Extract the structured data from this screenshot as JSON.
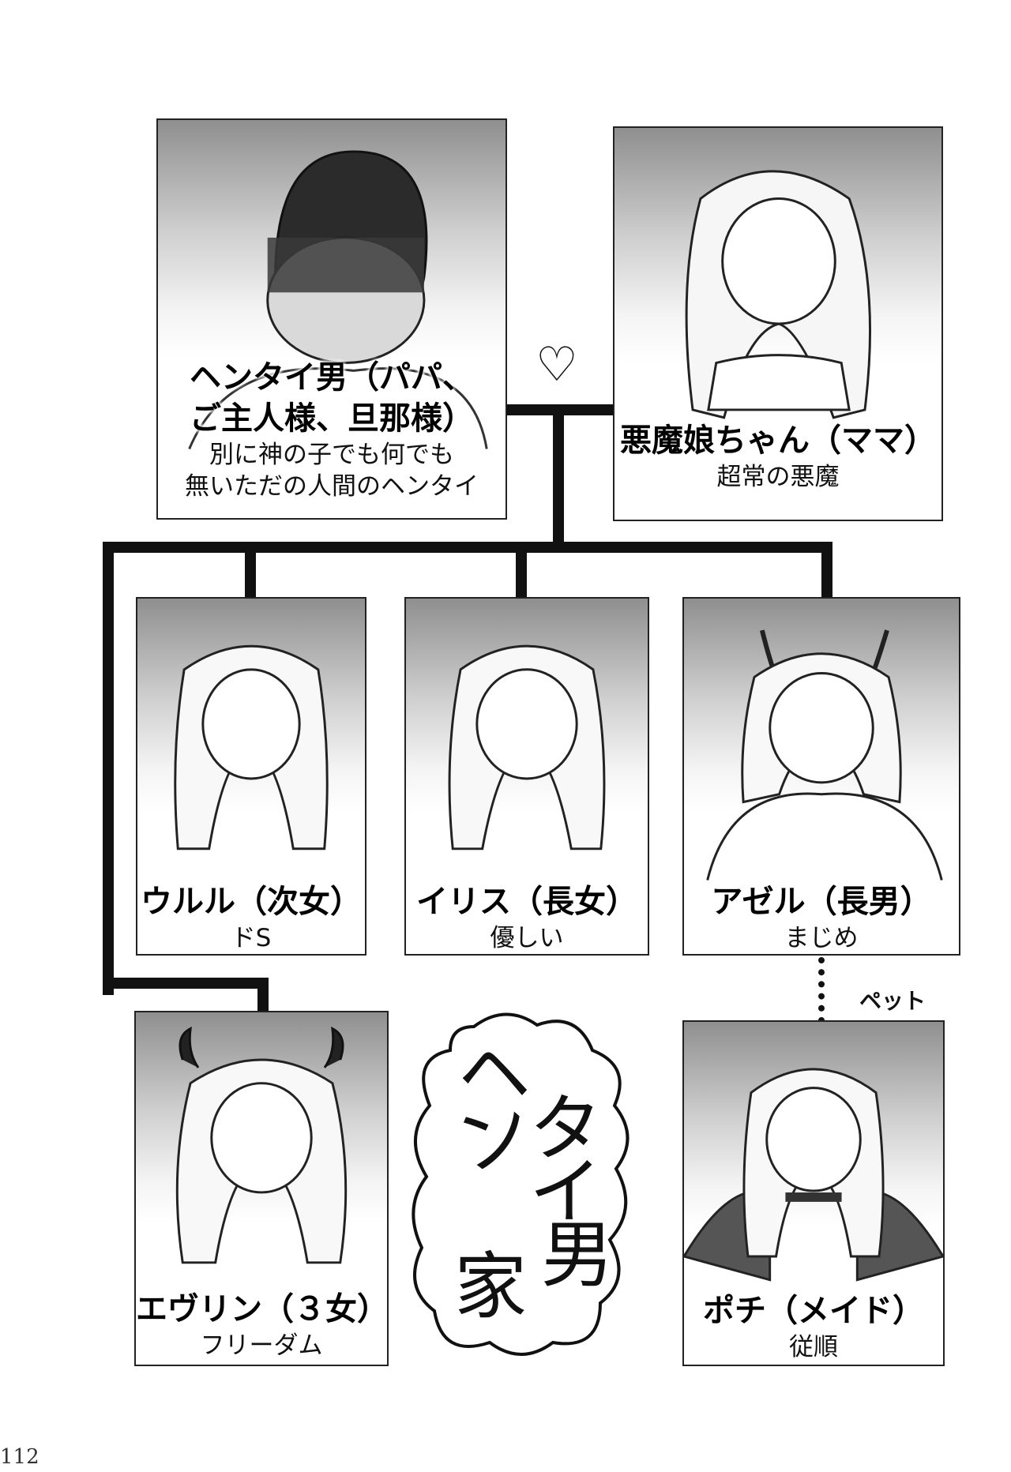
{
  "page_number": "112",
  "heart_symbol": "♡",
  "pet_label": "ペット",
  "cloud_title": [
    "ヘ",
    "ン",
    "タ",
    "イ",
    "男",
    "家"
  ],
  "members": {
    "father": {
      "name_lines": [
        "ヘンタイ男（パパ、",
        "ご主人様、旦那様）"
      ],
      "desc_lines": [
        "別に神の子でも何でも",
        "無いただの人間のヘンタイ"
      ]
    },
    "mother": {
      "name_lines": [
        "悪魔娘ちゃん（ママ）"
      ],
      "desc_lines": [
        "超常の悪魔"
      ]
    },
    "ururu": {
      "name_lines": [
        "ウルル（次女）"
      ],
      "desc_lines": [
        "ドS"
      ]
    },
    "iris": {
      "name_lines": [
        "イリス（長女）"
      ],
      "desc_lines": [
        "優しい"
      ]
    },
    "azel": {
      "name_lines": [
        "アゼル（長男）"
      ],
      "desc_lines": [
        "まじめ"
      ]
    },
    "evelyn": {
      "name_lines": [
        "エヴリン（３女）"
      ],
      "desc_lines": [
        "フリーダム"
      ]
    },
    "pochi": {
      "name_lines": [
        "ポチ（メイド）"
      ],
      "desc_lines": [
        "従順"
      ]
    }
  }
}
